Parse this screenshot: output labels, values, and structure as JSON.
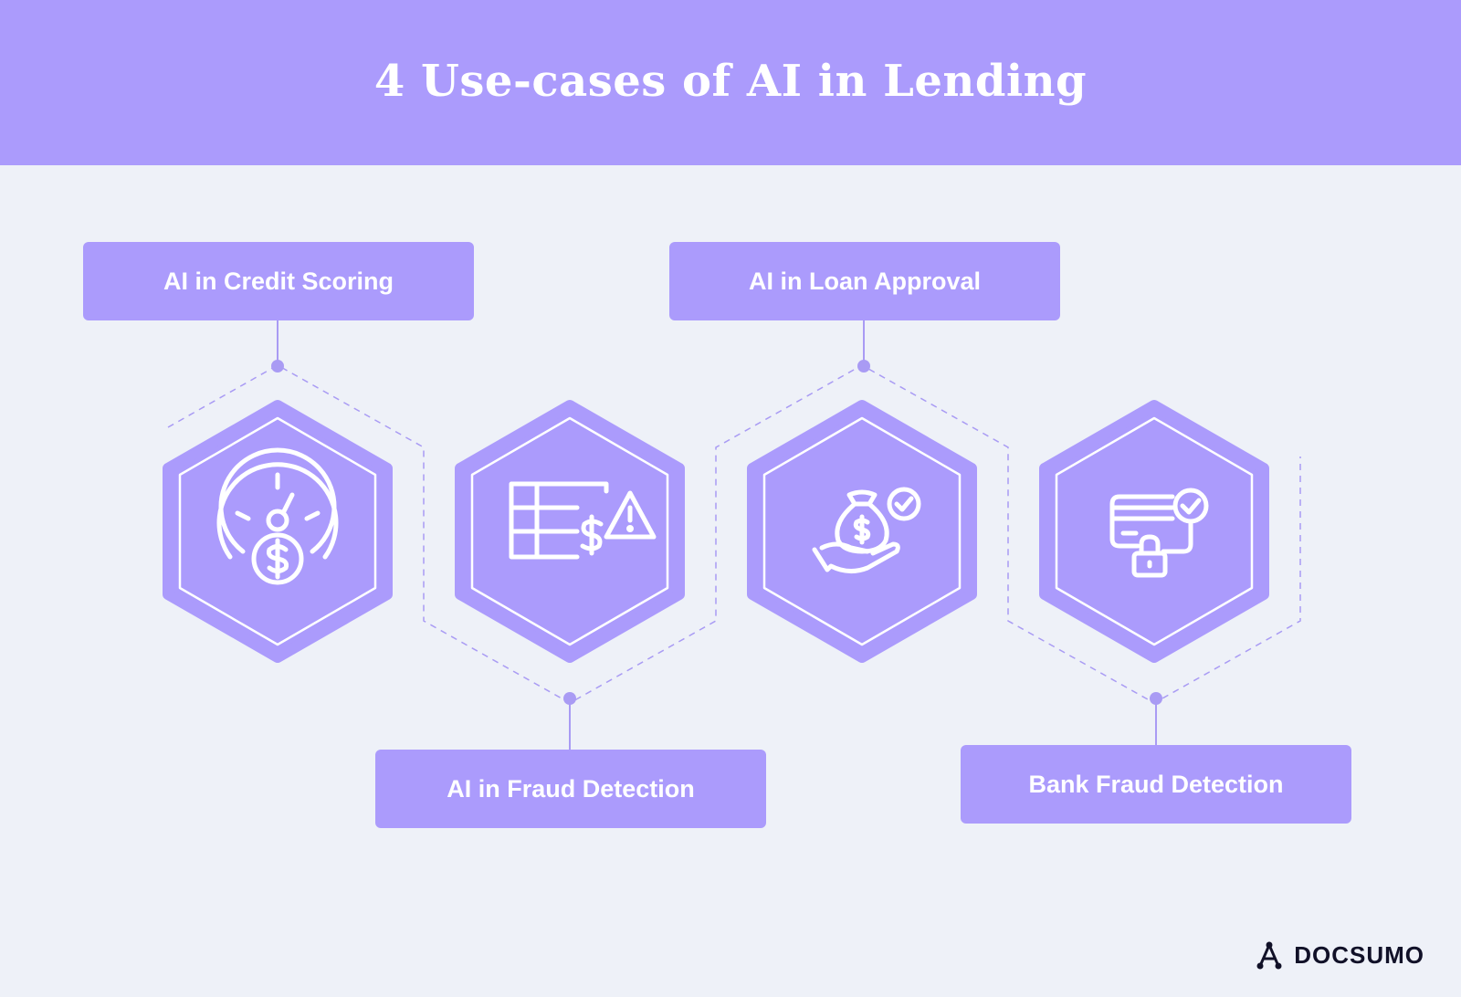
{
  "title": "4 Use-cases of AI in Lending",
  "use_cases": [
    {
      "label": "AI in Credit Scoring",
      "icon": "credit-score-gauge-icon"
    },
    {
      "label": "AI in Fraud Detection",
      "icon": "ledger-warning-icon"
    },
    {
      "label": "AI in Loan Approval",
      "icon": "money-bag-hand-check-icon"
    },
    {
      "label": "Bank Fraud Detection",
      "icon": "card-lock-check-icon"
    }
  ],
  "brand": {
    "name": "DOCSUMO"
  },
  "colors": {
    "accent": "#ab9bfc",
    "background": "#eef1f8",
    "hex_fill": "#ab9bfc",
    "icon": "#ffffff",
    "brand_text": "#111128"
  }
}
